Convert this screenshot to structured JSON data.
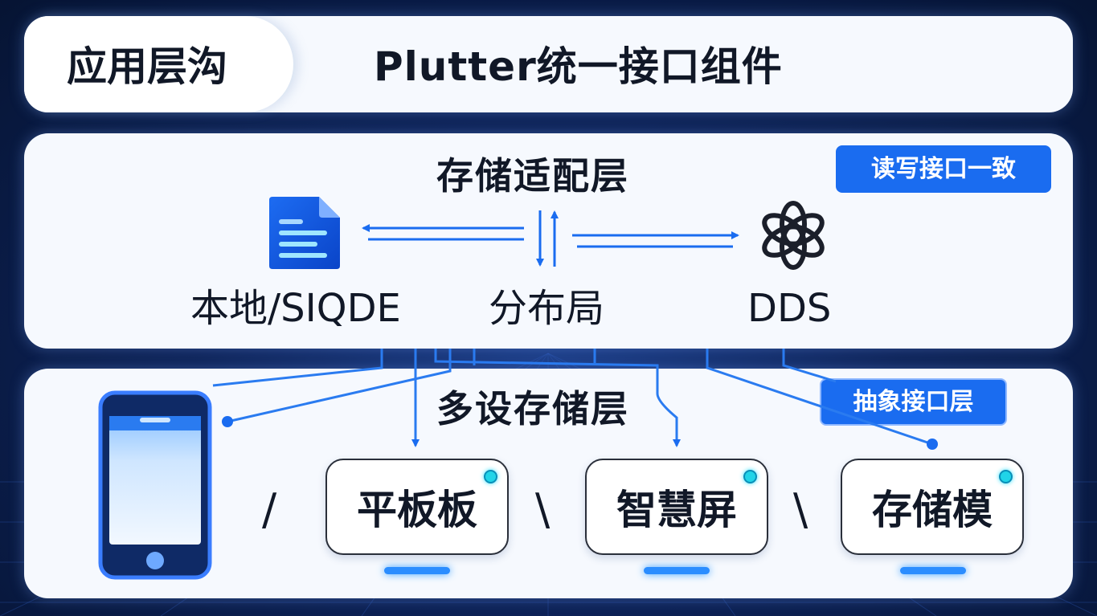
{
  "application_layer": {
    "label": "应用层沟",
    "component": "Plutter统一接口组件"
  },
  "storage_adapter_layer": {
    "title": "存储适配层",
    "badge": "读写接口一致",
    "nodes": [
      {
        "label": "本地/SIQDE",
        "icon": "document-icon"
      },
      {
        "label": "分布局",
        "icon": "bidirectional-arrows-icon"
      },
      {
        "label": "DDS",
        "icon": "knot-logo-icon"
      }
    ]
  },
  "multi_device_layer": {
    "title": "多设存储层",
    "badge": "抽象接口层",
    "phone_icon": "smartphone-icon",
    "separators": [
      "/",
      "\\",
      "\\"
    ],
    "devices": [
      {
        "label": "平板板"
      },
      {
        "label": "智慧屏"
      },
      {
        "label": "存储模"
      }
    ]
  },
  "colors": {
    "accent": "#1a6cf0",
    "background": "#0d2257",
    "panel": "#f6f9fe",
    "status_dot": "#20d4e8"
  }
}
